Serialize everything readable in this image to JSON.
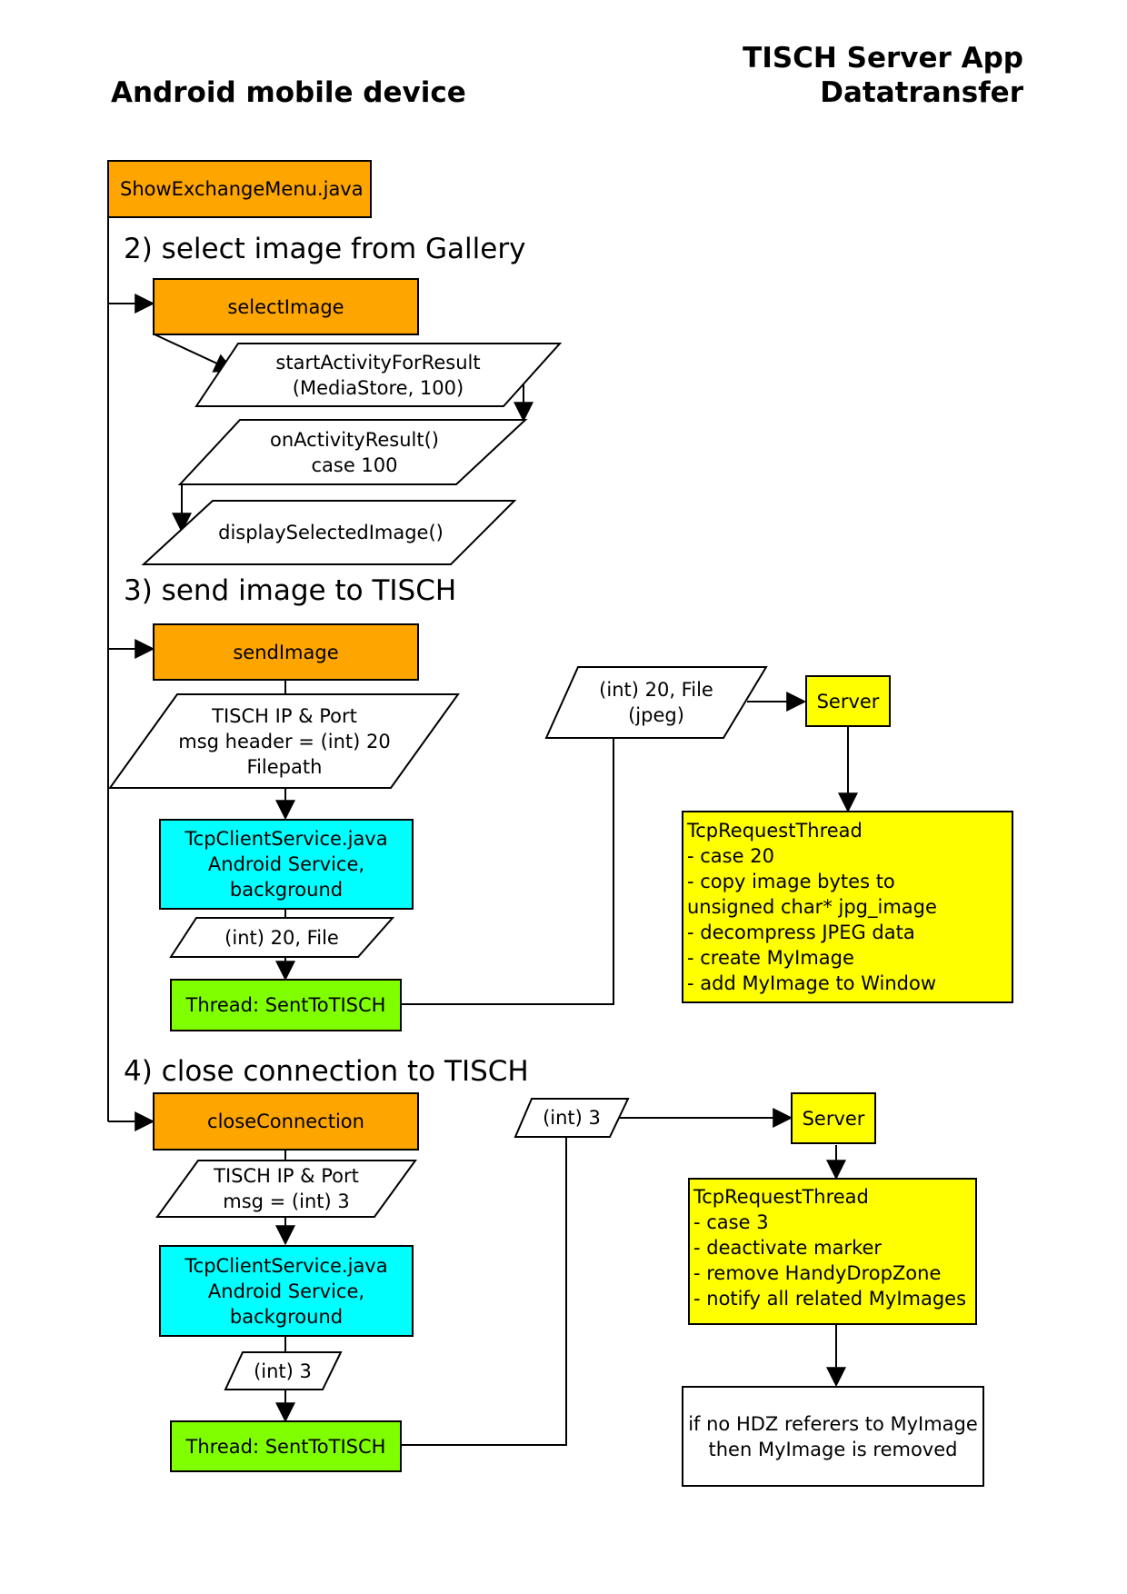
{
  "header": {
    "left_title": "Android mobile device",
    "right_title_line1": "TISCH Server App",
    "right_title_line2": "Datatransfer"
  },
  "sections": {
    "select": "2) select image from Gallery",
    "send": "3) send image to TISCH",
    "close": "4) close connection to TISCH"
  },
  "nodes": {
    "show_exchange_menu": "ShowExchangeMenu.java",
    "select_image": "selectImage",
    "start_activity": [
      "startActivityForResult",
      "(MediaStore, 100)"
    ],
    "on_activity_result": [
      "onActivityResult()",
      "case 100"
    ],
    "display_selected": "displaySelectedImage()",
    "send_image": "sendImage",
    "send_params": [
      "TISCH IP & Port",
      "msg header = (int) 20",
      "Filepath"
    ],
    "tcp_client_1": [
      "TcpClientService.java",
      "Android Service,",
      "background"
    ],
    "send_payload": "(int) 20, File",
    "thread_send_1": "Thread: SentToTISCH",
    "transfer_payload": [
      "(int) 20, File",
      "(jpeg)"
    ],
    "server_1": "Server",
    "tcp_request_1": [
      "TcpRequestThread",
      "- case 20",
      "- copy image bytes to",
      "unsigned char* jpg_image",
      "- decompress JPEG data",
      "- create MyImage",
      "- add MyImage to Window"
    ],
    "close_connection": "closeConnection",
    "close_params": [
      "TISCH IP & Port",
      "msg = (int) 3"
    ],
    "tcp_client_2": [
      "TcpClientService.java",
      "Android Service,",
      "background"
    ],
    "close_payload": "(int) 3",
    "thread_send_2": "Thread: SentToTISCH",
    "transfer_close": "(int) 3",
    "server_2": "Server",
    "tcp_request_2": [
      "TcpRequestThread",
      "- case 3",
      "- deactivate marker",
      "- remove HandyDropZone",
      "- notify all related MyImages"
    ],
    "removal_note": [
      "if no HDZ referers to MyImage",
      "then MyImage is removed"
    ]
  },
  "colors": {
    "activity": "#ffa500",
    "service": "#00ffff",
    "thread": "#80ff00",
    "server": "#ffff00"
  }
}
